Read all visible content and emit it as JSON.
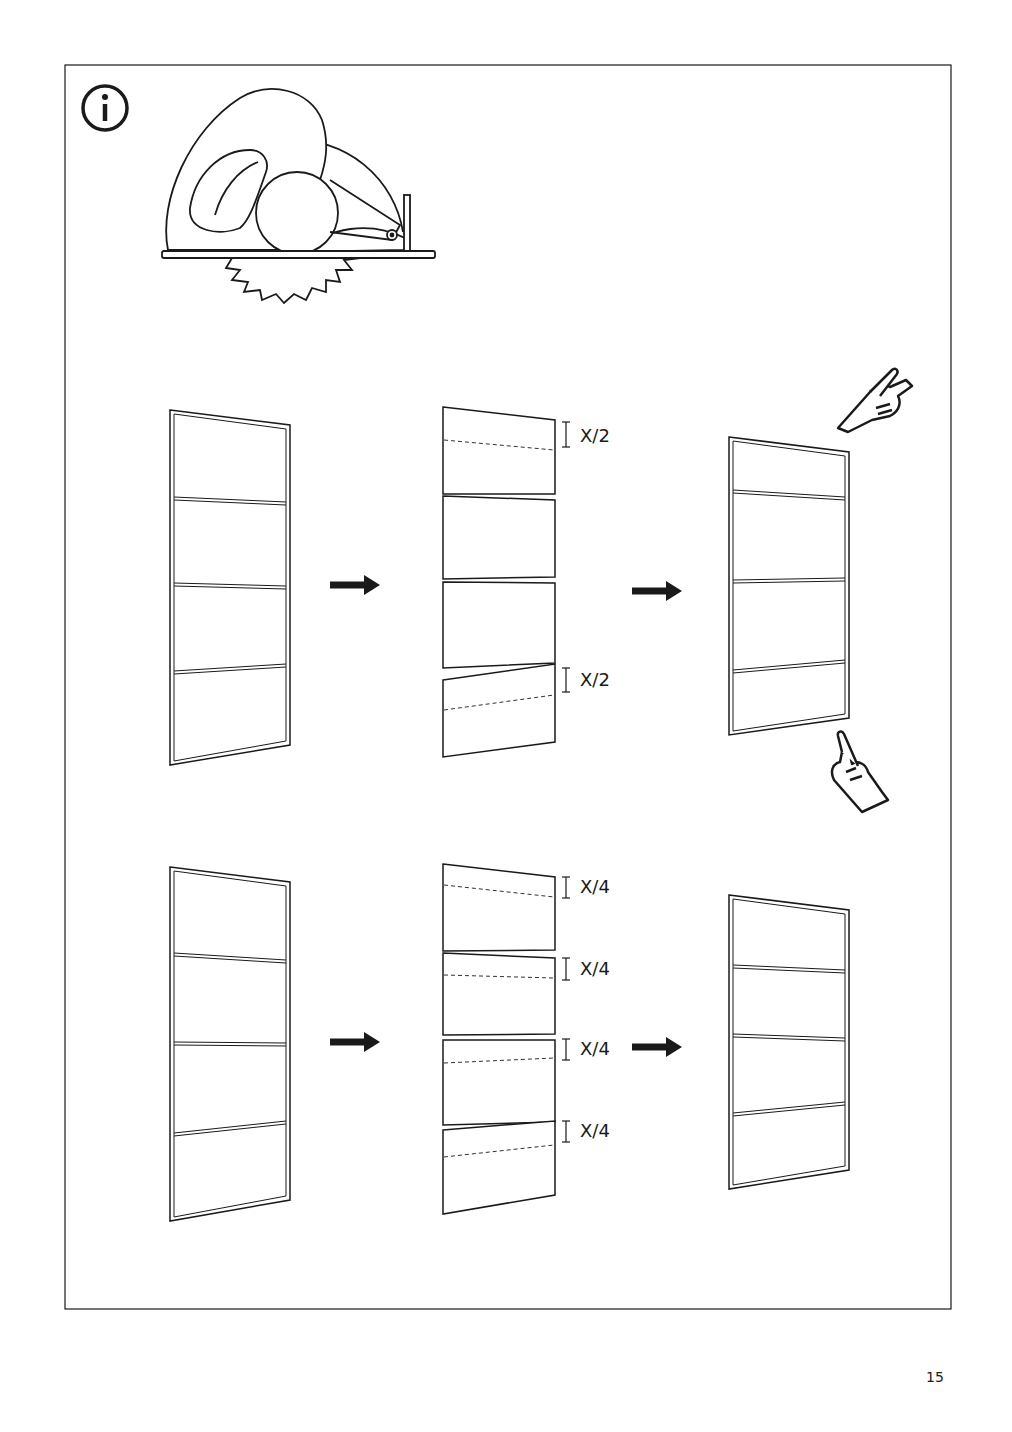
{
  "diagram": {
    "labels": [
      "X/2",
      "X/2",
      "X/4",
      "X/4",
      "X/4",
      "X/4",
      "15"
    ]
  }
}
